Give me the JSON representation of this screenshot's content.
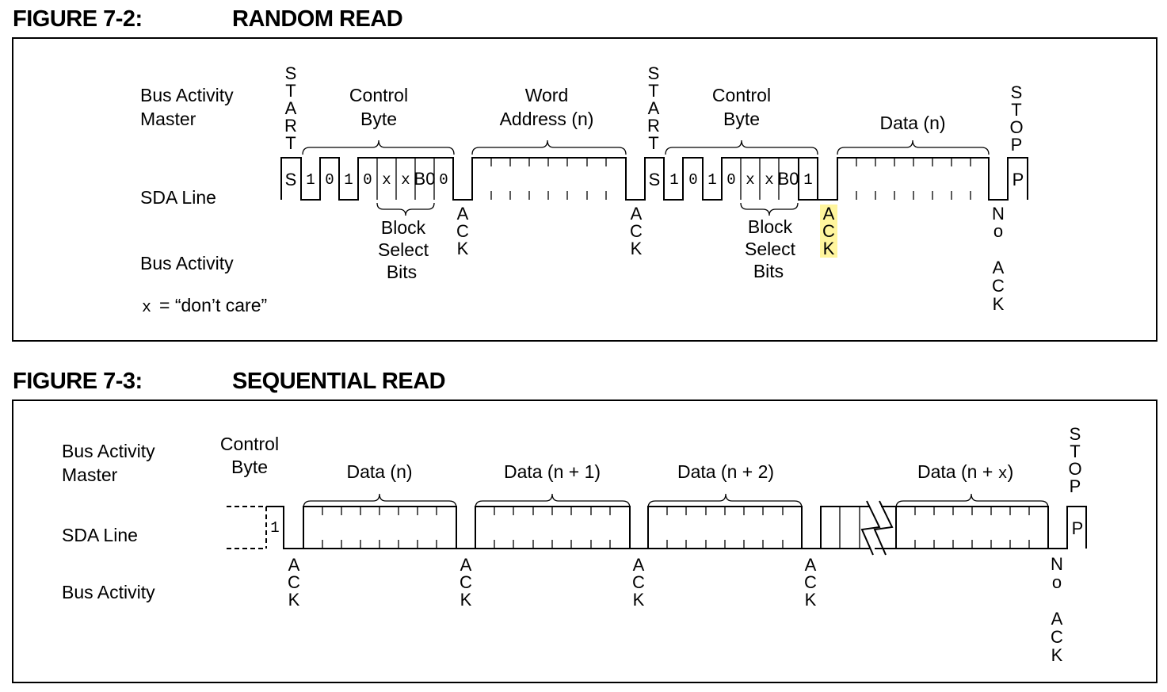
{
  "fig1": {
    "number": "FIGURE 7-2:",
    "title": "RANDOM READ",
    "bus_activity_master": [
      "Bus Activity",
      "Master"
    ],
    "sda_line": "SDA Line",
    "bus_activity": "Bus Activity",
    "dont_care_x": "x",
    "dont_care_text": "= “don’t care”",
    "start": "START",
    "stop": "STOP",
    "ack": "ACK",
    "no": "No",
    "control_byte": [
      "Control",
      "Byte"
    ],
    "word_address": [
      "Word",
      "Address (n)"
    ],
    "data_n": "Data (n)",
    "block_select": [
      "Block",
      "Select",
      "Bits"
    ],
    "s_bit": "S",
    "p_bit": "P",
    "bits_1": [
      "1",
      "0",
      "1",
      "0",
      "x",
      "x",
      "B0",
      "0"
    ],
    "bits_2": [
      "1",
      "0",
      "1",
      "0",
      "x",
      "x",
      "B0",
      "1"
    ],
    "highlight_color": "#fff59d"
  },
  "fig2": {
    "number": "FIGURE 7-3:",
    "title": "SEQUENTIAL READ",
    "bus_activity_master": [
      "Bus Activity",
      "Master"
    ],
    "sda_line": "SDA Line",
    "bus_activity": "Bus Activity",
    "control_byte": [
      "Control",
      "Byte"
    ],
    "bit_1": "1",
    "data_labels": [
      "Data (n)",
      "Data (n + 1)",
      "Data (n + 2)"
    ],
    "data_nx_prefix": "Data (n + ",
    "data_nx_var": "x",
    "data_nx_suffix": ")",
    "stop": "STOP",
    "ack": "ACK",
    "no": "No",
    "p_bit": "P"
  }
}
